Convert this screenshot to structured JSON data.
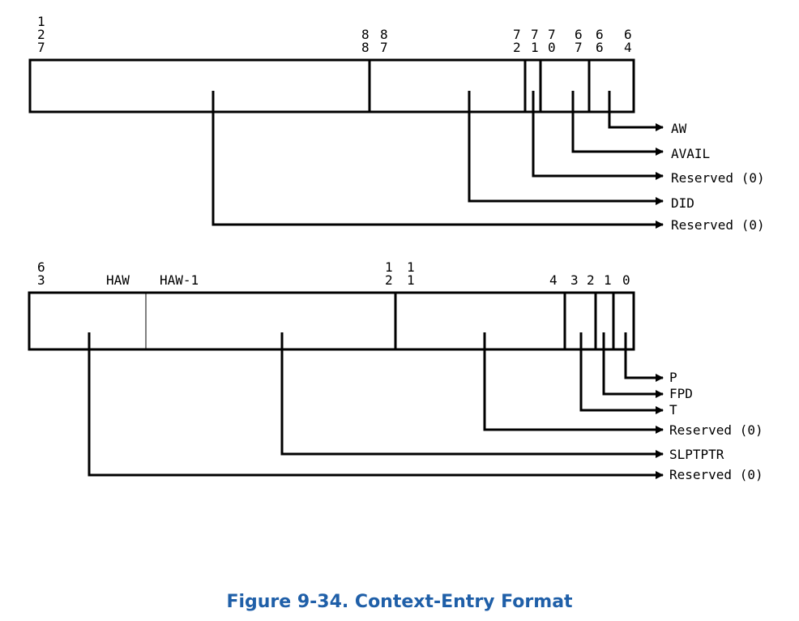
{
  "figure_caption": "Figure 9-34.  Context-Entry Format",
  "upper": {
    "bit_labels": {
      "b127": [
        "1",
        "2",
        "7"
      ],
      "b88": [
        "8",
        "8"
      ],
      "b87": [
        "8",
        "7"
      ],
      "b72": [
        "7",
        "2"
      ],
      "b71": [
        "7",
        "1"
      ],
      "b70": [
        "7",
        "0"
      ],
      "b67": [
        "6",
        "7"
      ],
      "b66": [
        "6",
        "6"
      ],
      "b64": [
        "6",
        "4"
      ]
    },
    "fields": [
      "AW",
      "AVAIL",
      "Reserved (0)",
      "DID",
      "Reserved (0)"
    ]
  },
  "lower": {
    "bit_labels": {
      "b63": [
        "6",
        "3"
      ],
      "haw": "HAW",
      "haw1": "HAW-1",
      "b12": [
        "1",
        "2"
      ],
      "b11": [
        "1",
        "1"
      ],
      "b4": "4",
      "b3": "3",
      "b2": "2",
      "b1": "1",
      "b0": "0"
    },
    "fields": [
      "P",
      "FPD",
      "T",
      "Reserved (0)",
      "SLPTPTR",
      "Reserved (0)"
    ]
  }
}
